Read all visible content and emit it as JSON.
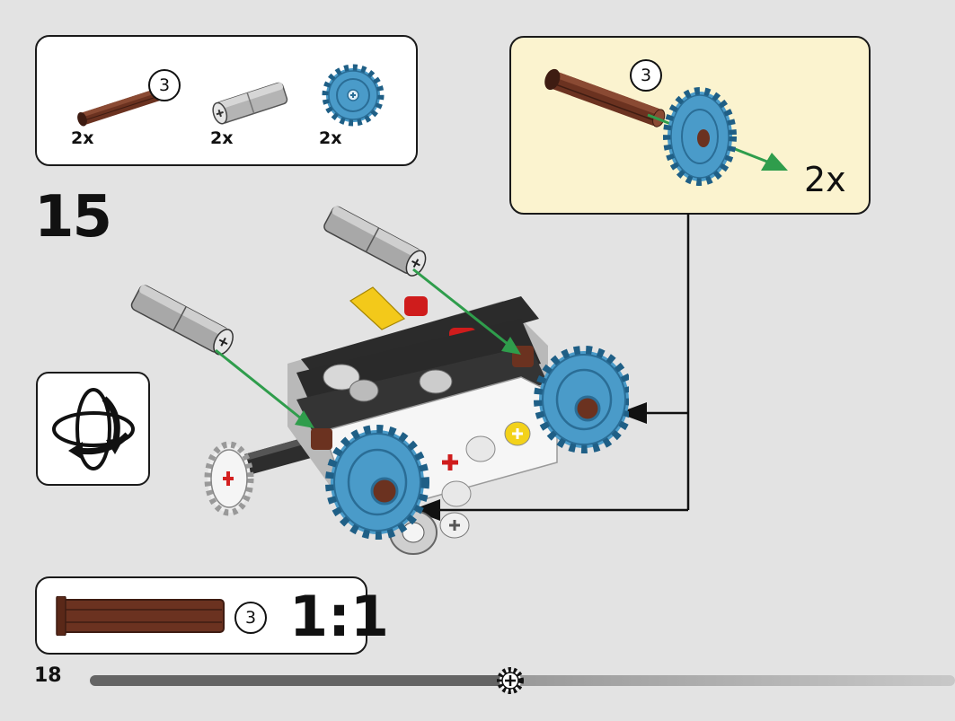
{
  "parts_list": [
    {
      "icon": "brown-axle-3",
      "length_label": "3",
      "quantity": "2x"
    },
    {
      "icon": "gray-axle-connector",
      "quantity": "2x"
    },
    {
      "icon": "blue-gear-20-tooth",
      "quantity": "2x"
    }
  ],
  "step": {
    "number": "15"
  },
  "callout": {
    "length_label": "3",
    "quantity": "2x"
  },
  "scale_box": {
    "length_label": "3",
    "ratio": "1:1"
  },
  "page": {
    "number": "18"
  },
  "colors": {
    "background": "#e3e3e3",
    "callout_background": "#fbf3cf",
    "axle_brown": "#6b3220",
    "gear_blue": "#4a9bc9",
    "connector_gray": "#a8a8a8",
    "guide_arrow_green": "#2f9d4c",
    "progress_dark": "#646464"
  },
  "progress": {
    "fraction": 0.53
  }
}
